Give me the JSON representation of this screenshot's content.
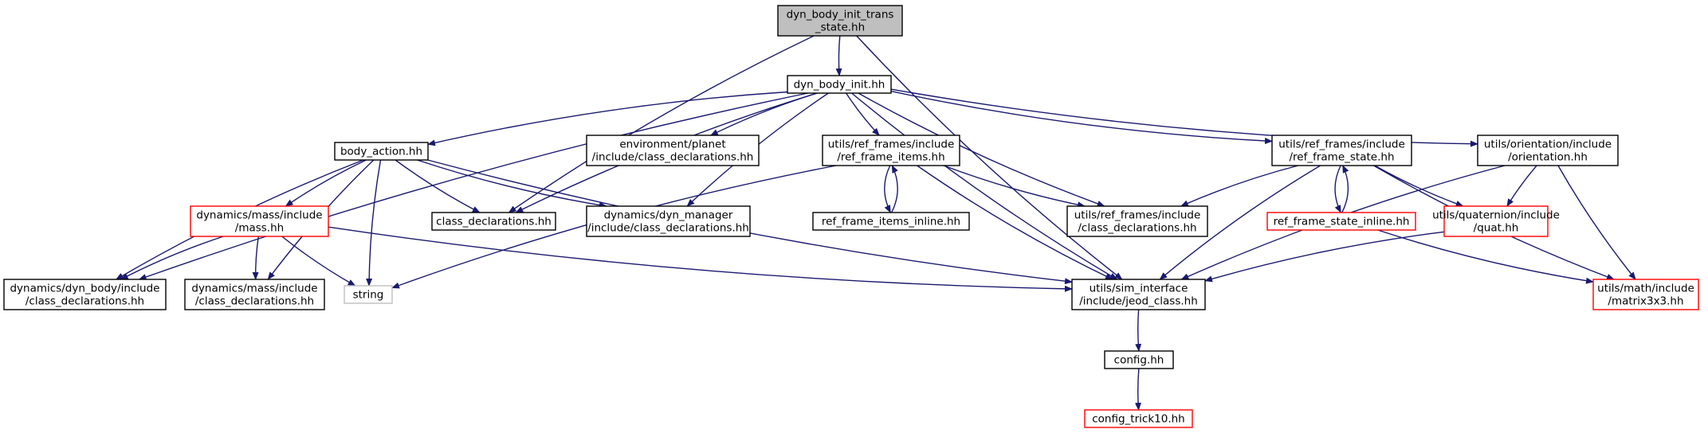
{
  "colors": {
    "edge": "#191970",
    "root_fill": "#bfbfbf",
    "default_border": "#000000",
    "undocumented_border": "#ff0000",
    "system_border": "#bfbfbf",
    "node_fill": "#ffffff"
  },
  "nodes": {
    "root": {
      "lines": [
        "dyn_body_init_trans",
        "_state.hh"
      ],
      "kind": "root"
    },
    "dyn_body_init": {
      "lines": [
        "dyn_body_init.hh"
      ],
      "kind": "default"
    },
    "body_action": {
      "lines": [
        "body_action.hh"
      ],
      "kind": "default"
    },
    "env_planet_cd": {
      "lines": [
        "environment/planet",
        "/include/class_declarations.hh"
      ],
      "kind": "default"
    },
    "ref_frame_items": {
      "lines": [
        "utils/ref_frames/include",
        "/ref_frame_items.hh"
      ],
      "kind": "default"
    },
    "ref_frame_state": {
      "lines": [
        "utils/ref_frames/include",
        "/ref_frame_state.hh"
      ],
      "kind": "default"
    },
    "orientation": {
      "lines": [
        "utils/orientation/include",
        "/orientation.hh"
      ],
      "kind": "default"
    },
    "mass": {
      "lines": [
        "dynamics/mass/include",
        "/mass.hh"
      ],
      "kind": "red"
    },
    "class_decl": {
      "lines": [
        "class_declarations.hh"
      ],
      "kind": "default"
    },
    "dyn_manager_cd": {
      "lines": [
        "dynamics/dyn_manager",
        "/include/class_declarations.hh"
      ],
      "kind": "default"
    },
    "ref_frame_items_inline": {
      "lines": [
        "ref_frame_items_inline.hh"
      ],
      "kind": "default"
    },
    "ref_frames_cd": {
      "lines": [
        "utils/ref_frames/include",
        "/class_declarations.hh"
      ],
      "kind": "default"
    },
    "ref_frame_state_inline": {
      "lines": [
        "ref_frame_state_inline.hh"
      ],
      "kind": "red"
    },
    "quat": {
      "lines": [
        "utils/quaternion/include",
        "/quat.hh"
      ],
      "kind": "red"
    },
    "dyn_body_cd": {
      "lines": [
        "dynamics/dyn_body/include",
        "/class_declarations.hh"
      ],
      "kind": "default"
    },
    "mass_cd": {
      "lines": [
        "dynamics/mass/include",
        "/class_declarations.hh"
      ],
      "kind": "default"
    },
    "string": {
      "lines": [
        "string"
      ],
      "kind": "system"
    },
    "jeod_class": {
      "lines": [
        "utils/sim_interface",
        "/include/jeod_class.hh"
      ],
      "kind": "default"
    },
    "matrix3x3": {
      "lines": [
        "utils/math/include",
        "/matrix3x3.hh"
      ],
      "kind": "red"
    },
    "config": {
      "lines": [
        "config.hh"
      ],
      "kind": "default"
    },
    "config_trick10": {
      "lines": [
        "config_trick10.hh"
      ],
      "kind": "red"
    }
  },
  "edges": [
    [
      "root",
      "dyn_body_init"
    ],
    [
      "root",
      "class_decl"
    ],
    [
      "root",
      "jeod_class"
    ],
    [
      "dyn_body_init",
      "body_action"
    ],
    [
      "dyn_body_init",
      "env_planet_cd"
    ],
    [
      "dyn_body_init",
      "ref_frame_items"
    ],
    [
      "dyn_body_init",
      "ref_frame_state"
    ],
    [
      "dyn_body_init",
      "orientation"
    ],
    [
      "dyn_body_init",
      "class_decl"
    ],
    [
      "dyn_body_init",
      "dyn_manager_cd"
    ],
    [
      "dyn_body_init",
      "ref_frames_cd"
    ],
    [
      "dyn_body_init",
      "dyn_body_cd"
    ],
    [
      "dyn_body_init",
      "jeod_class"
    ],
    [
      "body_action",
      "mass"
    ],
    [
      "body_action",
      "class_decl"
    ],
    [
      "body_action",
      "dyn_manager_cd"
    ],
    [
      "body_action",
      "dyn_body_cd"
    ],
    [
      "body_action",
      "mass_cd"
    ],
    [
      "body_action",
      "string"
    ],
    [
      "body_action",
      "jeod_class"
    ],
    [
      "mass",
      "dyn_body_cd"
    ],
    [
      "mass",
      "mass_cd"
    ],
    [
      "mass",
      "string"
    ],
    [
      "mass",
      "jeod_class"
    ],
    [
      "ref_frame_items",
      "ref_frame_items_inline"
    ],
    [
      "ref_frame_items_inline",
      "ref_frame_items"
    ],
    [
      "ref_frame_items",
      "ref_frames_cd"
    ],
    [
      "ref_frame_items",
      "string"
    ],
    [
      "ref_frame_items",
      "jeod_class"
    ],
    [
      "ref_frame_state",
      "ref_frames_cd"
    ],
    [
      "ref_frame_state",
      "ref_frame_state_inline"
    ],
    [
      "ref_frame_state_inline",
      "ref_frame_state"
    ],
    [
      "ref_frame_state",
      "quat"
    ],
    [
      "ref_frame_state",
      "matrix3x3"
    ],
    [
      "ref_frame_state",
      "jeod_class"
    ],
    [
      "ref_frame_state_inline",
      "matrix3x3"
    ],
    [
      "orientation",
      "quat"
    ],
    [
      "orientation",
      "matrix3x3"
    ],
    [
      "orientation",
      "jeod_class"
    ],
    [
      "quat",
      "jeod_class"
    ],
    [
      "jeod_class",
      "config"
    ],
    [
      "config",
      "config_trick10"
    ]
  ]
}
